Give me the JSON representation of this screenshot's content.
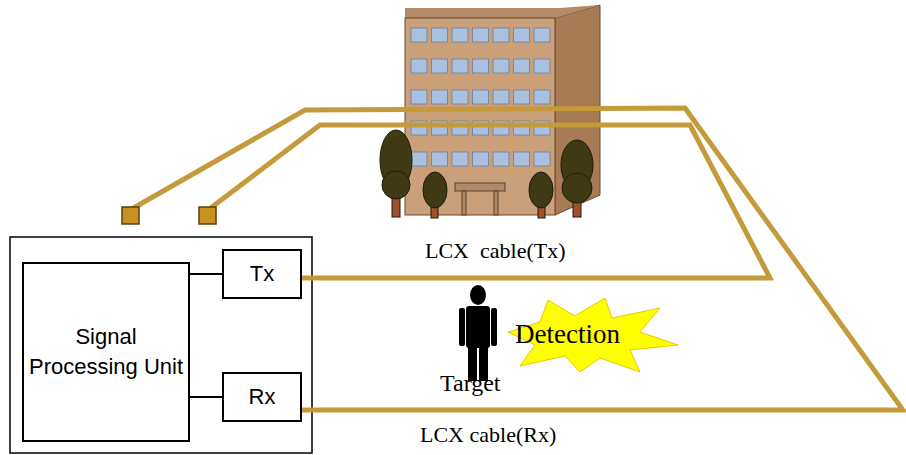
{
  "diagram": {
    "nodes": [
      {
        "text": [
          "Signal Processing Unit"
        ]
      },
      {
        "text": [
          "Tx"
        ]
      },
      {
        "text": [
          "Rx"
        ]
      }
    ],
    "edges": [
      {
        "from": 0,
        "to": 1,
        "arrow": "none"
      },
      {
        "from": 0,
        "to": 2,
        "arrow": "none"
      }
    ],
    "labels": [
      "LCX  cable(Tx)",
      "Detection",
      "Target",
      "LCX cable(Rx)"
    ]
  }
}
